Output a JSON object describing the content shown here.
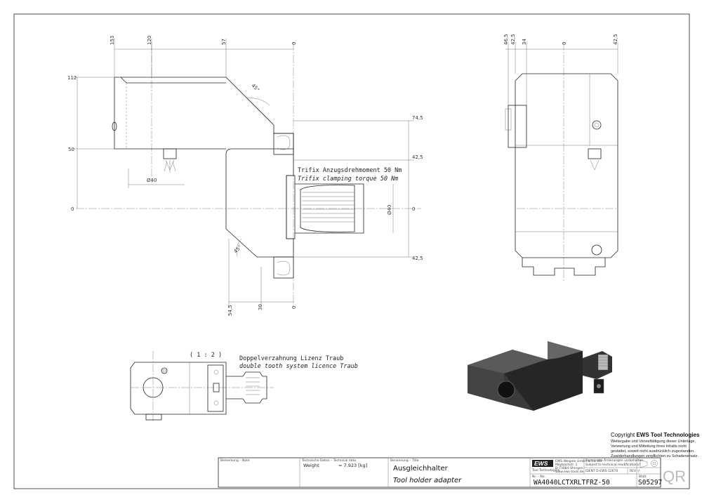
{
  "front_view": {
    "dims_top": [
      "153",
      "120",
      "57",
      "0"
    ],
    "dims_left": [
      "112",
      "50",
      "0"
    ],
    "dims_right": [
      "74,5",
      "42,5",
      "0",
      "42,5"
    ],
    "dims_bottom": [
      "54,5",
      "30",
      "0"
    ],
    "angle_top": "45°",
    "angle_bottom": "45°",
    "dia_left": "Ø40",
    "dia_shank": "Ø40",
    "note_de": "Trifix Anzugsdrehmoment  50 Nm",
    "note_en": "Trifix clamping torque  50 Nm"
  },
  "side_view": {
    "dims_top": [
      "46,5",
      "42,5",
      "34",
      "0",
      "42,5"
    ]
  },
  "top_view": {
    "scale": "( 1 : 2 )",
    "note_de": "Doppelverzahnung Lizenz Traub",
    "note_en": "double tooth system licence Traub"
  },
  "copyright": {
    "title_prefix": "Copyright ",
    "title_brand": "EWS Tool Technologies",
    "lines": [
      "Weitergabe und Vervielfältigung dieser Unterlage,",
      "Verwertung und Mitteilung ihres Inhalts nicht",
      "gestattet, soweit nicht ausdrücklich zugestanden.",
      "Zuwiderhandlungen verpflichten zu Schadenersatz."
    ]
  },
  "title_block": {
    "remark_label": "Bemerkung – Note",
    "tech_label": "Technische Daten – Technical data",
    "weight_label": "Weight",
    "weight_value": "=  7.923 [kg]",
    "name_label": "Benennung – Title",
    "title_de": "Ausgleichhalter",
    "title_en": "Tool holder adapter",
    "logo_text": "EWS",
    "logo_sub": "Tool Technologies",
    "company_lines": [
      "EWS Weigele GmbH & Co. KG",
      "Maybachstr. 1",
      "D-73084 Uhingen",
      "www.ews-tools.de"
    ],
    "change_note_de": "Technische Änderungen vorbehalten",
    "change_note_en": "Subject to technical modifications!",
    "ident": "IDENT  D-EWS-12670",
    "rev": "REV  -/-",
    "nr_label": "Nr. – No.",
    "part_code": "WA4040LCTXRLTFRZ-50",
    "page_label": "Blatt",
    "sheet_code": "S05297",
    "qr_text": "QR"
  }
}
